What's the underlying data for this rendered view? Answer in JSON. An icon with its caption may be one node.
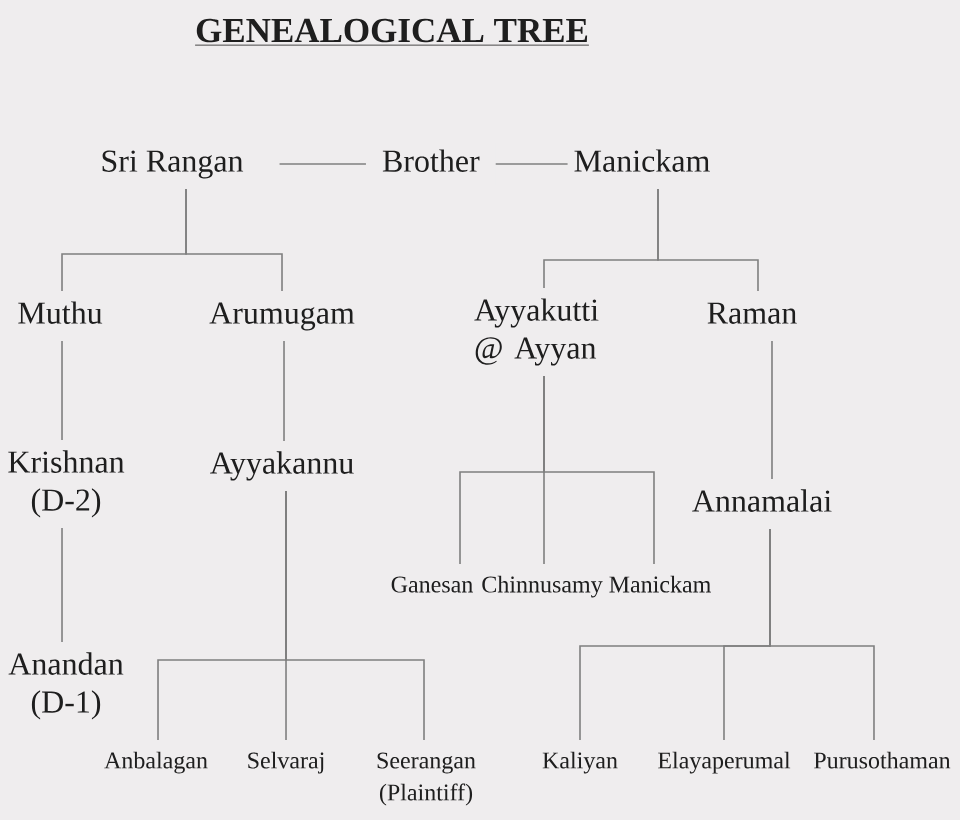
{
  "diagram": {
    "title": "GENEALOGICAL TREE",
    "nodes": [
      {
        "text": [
          "Sri Rangan"
        ]
      },
      {
        "text": [
          "Manickam"
        ]
      },
      {
        "text": [
          "Muthu"
        ]
      },
      {
        "text": [
          "Arumugam"
        ]
      },
      {
        "text": [
          "Ayyakutti @ Ayyan"
        ]
      },
      {
        "text": [
          "Raman"
        ]
      },
      {
        "text": [
          "Krishnan (D-2)"
        ]
      },
      {
        "text": [
          "Ayyakannu"
        ]
      },
      {
        "text": [
          "Annamalai"
        ]
      },
      {
        "text": [
          "Ganesan"
        ]
      },
      {
        "text": [
          "Chinnusamy"
        ]
      },
      {
        "text": [
          "Manickam"
        ]
      },
      {
        "text": [
          "Anandan (D-1)"
        ]
      },
      {
        "text": [
          "Anbalagan"
        ]
      },
      {
        "text": [
          "Selvaraj"
        ]
      },
      {
        "text": [
          "Seerangan (Plaintiff)"
        ]
      },
      {
        "text": [
          "Kaliyan"
        ]
      },
      {
        "text": [
          "Elayaperumal"
        ]
      },
      {
        "text": [
          "Purusothaman"
        ]
      }
    ],
    "edges": [
      {
        "from": 0,
        "to": 1,
        "label": "Brother",
        "arrow": "none"
      },
      {
        "from": 0,
        "to": 2,
        "arrow": "none"
      },
      {
        "from": 0,
        "to": 3,
        "arrow": "none"
      },
      {
        "from": 1,
        "to": 4,
        "arrow": "none"
      },
      {
        "from": 1,
        "to": 5,
        "arrow": "none"
      },
      {
        "from": 2,
        "to": 6,
        "arrow": "none"
      },
      {
        "from": 3,
        "to": 7,
        "arrow": "none"
      },
      {
        "from": 4,
        "to": 9,
        "arrow": "none"
      },
      {
        "from": 4,
        "to": 10,
        "arrow": "none"
      },
      {
        "from": 4,
        "to": 11,
        "arrow": "none"
      },
      {
        "from": 5,
        "to": 8,
        "arrow": "none"
      },
      {
        "from": 6,
        "to": 12,
        "arrow": "none"
      },
      {
        "from": 7,
        "to": 13,
        "arrow": "none"
      },
      {
        "from": 7,
        "to": 14,
        "arrow": "none"
      },
      {
        "from": 7,
        "to": 15,
        "arrow": "none"
      },
      {
        "from": 8,
        "to": 16,
        "arrow": "none"
      },
      {
        "from": 8,
        "to": 17,
        "arrow": "none"
      },
      {
        "from": 8,
        "to": 18,
        "arrow": "none"
      }
    ]
  }
}
